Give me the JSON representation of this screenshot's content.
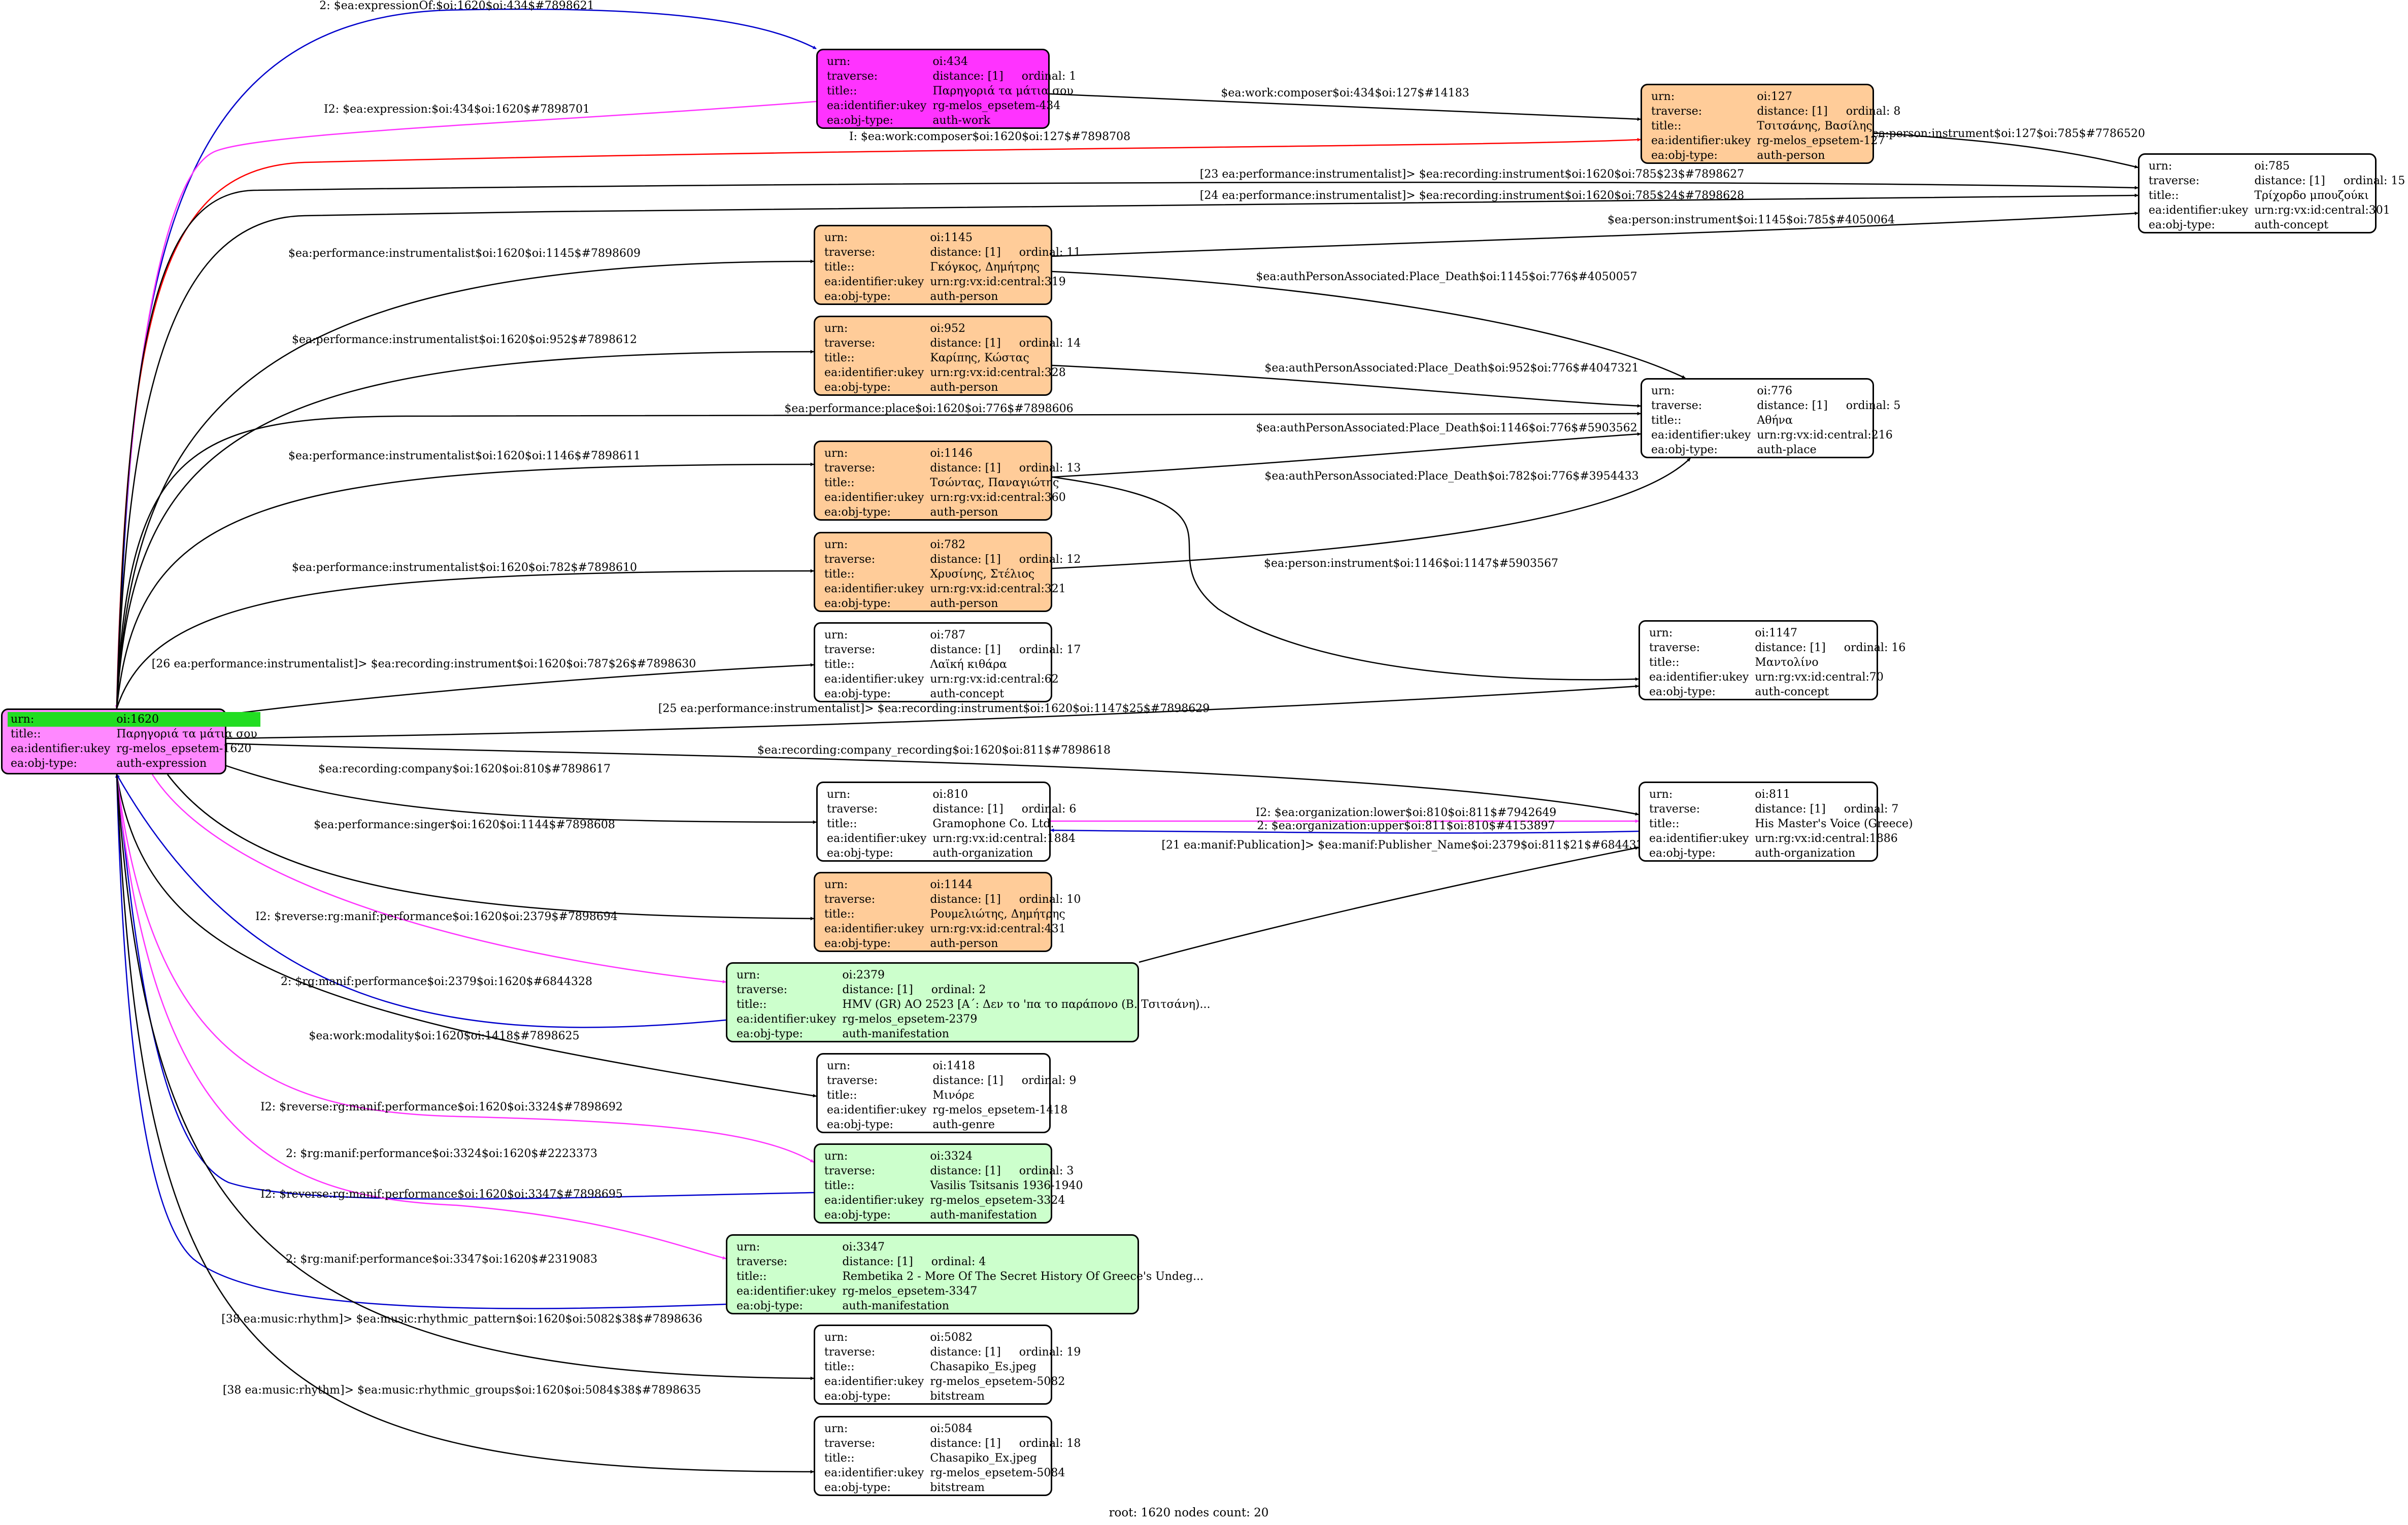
{
  "colors": {
    "expression": "#ff88ff",
    "work": "#ff33ff",
    "person": "#ffcc99",
    "concept": "#ffffff",
    "manifestation": "#ccffcc",
    "root_highlight": "#22dd22",
    "edge_black": "#000000",
    "edge_blue": "#0000cc",
    "edge_magenta": "#ff33ff",
    "edge_red": "#ff0000"
  },
  "keys": {
    "urn": "urn:",
    "traverse": "traverse:",
    "title": "title::",
    "ukey": "ea:identifier:ukey",
    "type": "ea:obj-type:"
  },
  "nodes": {
    "n1620": {
      "urn": "oi:1620",
      "title": "Παρηγοριά τα μάτια σου",
      "ukey": "rg-melos_epsetem-1620",
      "type": "auth-expression"
    },
    "n434": {
      "urn": "oi:434",
      "distance": "distance: [1]",
      "ordinal": "ordinal: 1",
      "title": "Παρηγοριά τα μάτια σου",
      "ukey": "rg-melos_epsetem-434",
      "type": "auth-work"
    },
    "n127": {
      "urn": "oi:127",
      "distance": "distance: [1]",
      "ordinal": "ordinal: 8",
      "title": "Τσιτσάνης, Βασίλης",
      "ukey": "rg-melos_epsetem-127",
      "type": "auth-person"
    },
    "n785": {
      "urn": "oi:785",
      "distance": "distance: [1]",
      "ordinal": "ordinal: 15",
      "title": "Τρίχορδο μπουζούκι",
      "ukey": "urn:rg:vx:id:central:301",
      "type": "auth-concept"
    },
    "n1145": {
      "urn": "oi:1145",
      "distance": "distance: [1]",
      "ordinal": "ordinal: 11",
      "title": "Γκόγκος, Δημήτρης",
      "ukey": "urn:rg:vx:id:central:319",
      "type": "auth-person"
    },
    "n952": {
      "urn": "oi:952",
      "distance": "distance: [1]",
      "ordinal": "ordinal: 14",
      "title": "Καρίπης, Κώστας",
      "ukey": "urn:rg:vx:id:central:328",
      "type": "auth-person"
    },
    "n776": {
      "urn": "oi:776",
      "distance": "distance: [1]",
      "ordinal": "ordinal: 5",
      "title": "Αθήνα",
      "ukey": "urn:rg:vx:id:central:216",
      "type": "auth-place"
    },
    "n1146": {
      "urn": "oi:1146",
      "distance": "distance: [1]",
      "ordinal": "ordinal: 13",
      "title": "Τσώντας, Παναγιώτης",
      "ukey": "urn:rg:vx:id:central:360",
      "type": "auth-person"
    },
    "n782": {
      "urn": "oi:782",
      "distance": "distance: [1]",
      "ordinal": "ordinal: 12",
      "title": "Χρυσίνης, Στέλιος",
      "ukey": "urn:rg:vx:id:central:321",
      "type": "auth-person"
    },
    "n787": {
      "urn": "oi:787",
      "distance": "distance: [1]",
      "ordinal": "ordinal: 17",
      "title": "Λαϊκή κιθάρα",
      "ukey": "urn:rg:vx:id:central:62",
      "type": "auth-concept"
    },
    "n1147": {
      "urn": "oi:1147",
      "distance": "distance: [1]",
      "ordinal": "ordinal: 16",
      "title": "Μαντολίνο",
      "ukey": "urn:rg:vx:id:central:70",
      "type": "auth-concept"
    },
    "n810": {
      "urn": "oi:810",
      "distance": "distance: [1]",
      "ordinal": "ordinal: 6",
      "title": "Gramophone Co. Ltd.",
      "ukey": "urn:rg:vx:id:central:1884",
      "type": "auth-organization"
    },
    "n811": {
      "urn": "oi:811",
      "distance": "distance: [1]",
      "ordinal": "ordinal: 7",
      "title": "His Master's Voice (Greece)",
      "ukey": "urn:rg:vx:id:central:1886",
      "type": "auth-organization"
    },
    "n1144": {
      "urn": "oi:1144",
      "distance": "distance: [1]",
      "ordinal": "ordinal: 10",
      "title": "Ρουμελιώτης, Δημήτρης",
      "ukey": "urn:rg:vx:id:central:431",
      "type": "auth-person"
    },
    "n2379": {
      "urn": "oi:2379",
      "distance": "distance: [1]",
      "ordinal": "ordinal: 2",
      "title": "HMV (GR) AO 2523 [Α΄: Δεν το 'πα το παράπονο (Β. Τσιτσάνη)...",
      "ukey": "rg-melos_epsetem-2379",
      "type": "auth-manifestation"
    },
    "n1418": {
      "urn": "oi:1418",
      "distance": "distance: [1]",
      "ordinal": "ordinal: 9",
      "title": "Μινόρε",
      "ukey": "rg-melos_epsetem-1418",
      "type": "auth-genre"
    },
    "n3324": {
      "urn": "oi:3324",
      "distance": "distance: [1]",
      "ordinal": "ordinal: 3",
      "title": "Vasilis Tsitsanis 1936-1940",
      "ukey": "rg-melos_epsetem-3324",
      "type": "auth-manifestation"
    },
    "n3347": {
      "urn": "oi:3347",
      "distance": "distance: [1]",
      "ordinal": "ordinal: 4",
      "title": "Rembetika 2 - More Of The Secret History Of Greece's Undeg...",
      "ukey": "rg-melos_epsetem-3347",
      "type": "auth-manifestation"
    },
    "n5082": {
      "urn": "oi:5082",
      "distance": "distance: [1]",
      "ordinal": "ordinal: 19",
      "title": "Chasapiko_Es.jpeg",
      "ukey": "rg-melos_epsetem-5082",
      "type": "bitstream"
    },
    "n5084": {
      "urn": "oi:5084",
      "distance": "distance: [1]",
      "ordinal": "ordinal: 18",
      "title": "Chasapiko_Ex.jpeg",
      "ukey": "rg-melos_epsetem-5084",
      "type": "bitstream"
    }
  },
  "edges": [
    {
      "label": "2: $ea:expressionOf:$oi:1620$oi:434$#7898621",
      "color": "blue"
    },
    {
      "label": "I2: $ea:expression:$oi:434$oi:1620$#7898701",
      "color": "magenta"
    },
    {
      "label": "$ea:work:composer$oi:434$oi:127$#14183",
      "color": "black"
    },
    {
      "label": "I: $ea:work:composer$oi:1620$oi:127$#7898708",
      "color": "red"
    },
    {
      "label": "$ea:person:instrument$oi:127$oi:785$#7786520",
      "color": "black"
    },
    {
      "label": "[23 ea:performance:instrumentalist]> $ea:recording:instrument$oi:1620$oi:785$23$#7898627",
      "color": "black"
    },
    {
      "label": "[24 ea:performance:instrumentalist]> $ea:recording:instrument$oi:1620$oi:785$24$#7898628",
      "color": "black"
    },
    {
      "label": "$ea:performance:instrumentalist$oi:1620$oi:1145$#7898609",
      "color": "black"
    },
    {
      "label": "$ea:person:instrument$oi:1145$oi:785$#4050064",
      "color": "black"
    },
    {
      "label": "$ea:authPersonAssociated:Place_Death$oi:1145$oi:776$#4050057",
      "color": "black"
    },
    {
      "label": "$ea:performance:instrumentalist$oi:1620$oi:952$#7898612",
      "color": "black"
    },
    {
      "label": "$ea:authPersonAssociated:Place_Death$oi:952$oi:776$#4047321",
      "color": "black"
    },
    {
      "label": "$ea:performance:place$oi:1620$oi:776$#7898606",
      "color": "black"
    },
    {
      "label": "$ea:performance:instrumentalist$oi:1620$oi:1146$#7898611",
      "color": "black"
    },
    {
      "label": "$ea:authPersonAssociated:Place_Death$oi:1146$oi:776$#5903562",
      "color": "black"
    },
    {
      "label": "$ea:authPersonAssociated:Place_Death$oi:782$oi:776$#3954433",
      "color": "black"
    },
    {
      "label": "$ea:person:instrument$oi:1146$oi:1147$#5903567",
      "color": "black"
    },
    {
      "label": "$ea:performance:instrumentalist$oi:1620$oi:782$#7898610",
      "color": "black"
    },
    {
      "label": "[26 ea:performance:instrumentalist]> $ea:recording:instrument$oi:1620$oi:787$26$#7898630",
      "color": "black"
    },
    {
      "label": "[25 ea:performance:instrumentalist]> $ea:recording:instrument$oi:1620$oi:1147$25$#7898629",
      "color": "black"
    },
    {
      "label": "$ea:recording:company_recording$oi:1620$oi:811$#7898618",
      "color": "black"
    },
    {
      "label": "$ea:recording:company$oi:1620$oi:810$#7898617",
      "color": "black"
    },
    {
      "label": "I2: $ea:organization:lower$oi:810$oi:811$#7942649",
      "color": "magenta"
    },
    {
      "label": "2: $ea:organization:upper$oi:811$oi:810$#4153897",
      "color": "blue"
    },
    {
      "label": "[21 ea:manif:Publication]> $ea:manif:Publisher_Name$oi:2379$oi:811$21$#6844333",
      "color": "black"
    },
    {
      "label": "$ea:performance:singer$oi:1620$oi:1144$#7898608",
      "color": "black"
    },
    {
      "label": "I2: $reverse:rg:manif:performance$oi:1620$oi:2379$#7898694",
      "color": "magenta"
    },
    {
      "label": "2: $rg:manif:performance$oi:2379$oi:1620$#6844328",
      "color": "blue"
    },
    {
      "label": "$ea:work:modality$oi:1620$oi:1418$#7898625",
      "color": "black"
    },
    {
      "label": "I2: $reverse:rg:manif:performance$oi:1620$oi:3324$#7898692",
      "color": "magenta"
    },
    {
      "label": "2: $rg:manif:performance$oi:3324$oi:1620$#2223373",
      "color": "blue"
    },
    {
      "label": "I2: $reverse:rg:manif:performance$oi:1620$oi:3347$#7898695",
      "color": "magenta"
    },
    {
      "label": "2: $rg:manif:performance$oi:3347$oi:1620$#2319083",
      "color": "blue"
    },
    {
      "label": "[38 ea:music:rhythm]> $ea:music:rhythmic_pattern$oi:1620$oi:5082$38$#7898636",
      "color": "black"
    },
    {
      "label": "[38 ea:music:rhythm]> $ea:music:rhythmic_groups$oi:1620$oi:5084$38$#7898635",
      "color": "black"
    }
  ],
  "footer": "root: 1620 nodes count: 20"
}
